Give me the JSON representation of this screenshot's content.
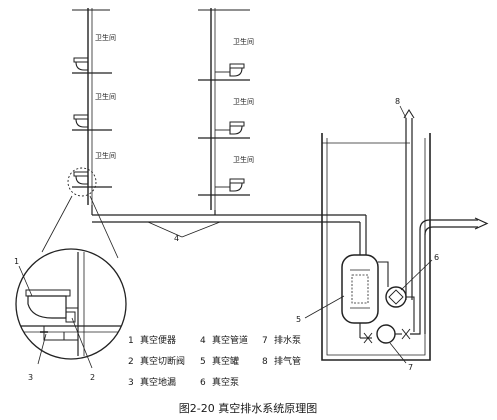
{
  "caption": "图2-20 真空排水系统原理图",
  "fixture_labels": [
    "卫生间",
    "卫生间",
    "卫生间",
    "卫生间",
    "卫生间",
    "卫生间"
  ],
  "callouts": [
    "1",
    "2",
    "3",
    "4",
    "5",
    "6",
    "7",
    "8"
  ],
  "legend": [
    {
      "num": "1",
      "text": "真空便器"
    },
    {
      "num": "2",
      "text": "真空切断阀"
    },
    {
      "num": "3",
      "text": "真空地漏"
    },
    {
      "num": "4",
      "text": "真空管道"
    },
    {
      "num": "5",
      "text": "真空罐"
    },
    {
      "num": "6",
      "text": "真空泵"
    },
    {
      "num": "7",
      "text": "排水泵"
    },
    {
      "num": "8",
      "text": "排气管"
    }
  ]
}
